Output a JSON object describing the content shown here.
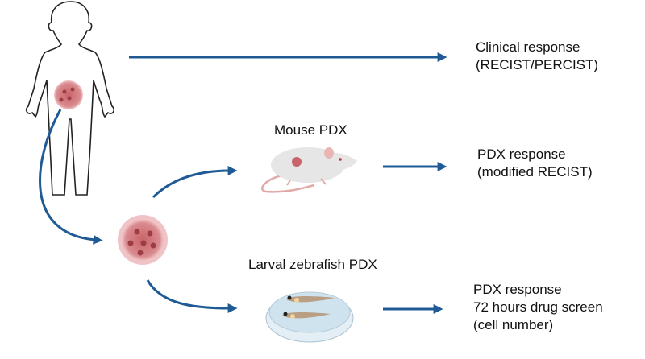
{
  "colors": {
    "arrow": "#1f5a94",
    "tumor": "#c8646a",
    "outline": "#222222",
    "dish": "#cfe3ef"
  },
  "labels": {
    "clinical": {
      "line1": "Clinical response",
      "line2": "(RECIST/PERCIST)"
    },
    "mouse_title": "Mouse PDX",
    "mouse_response": {
      "line1": "PDX response",
      "line2": "(modified RECIST)"
    },
    "zebrafish_title": "Larval zebrafish PDX",
    "zebrafish_response": {
      "line1": "PDX response",
      "line2": "72 hours drug screen",
      "line3": "(cell number)"
    }
  }
}
